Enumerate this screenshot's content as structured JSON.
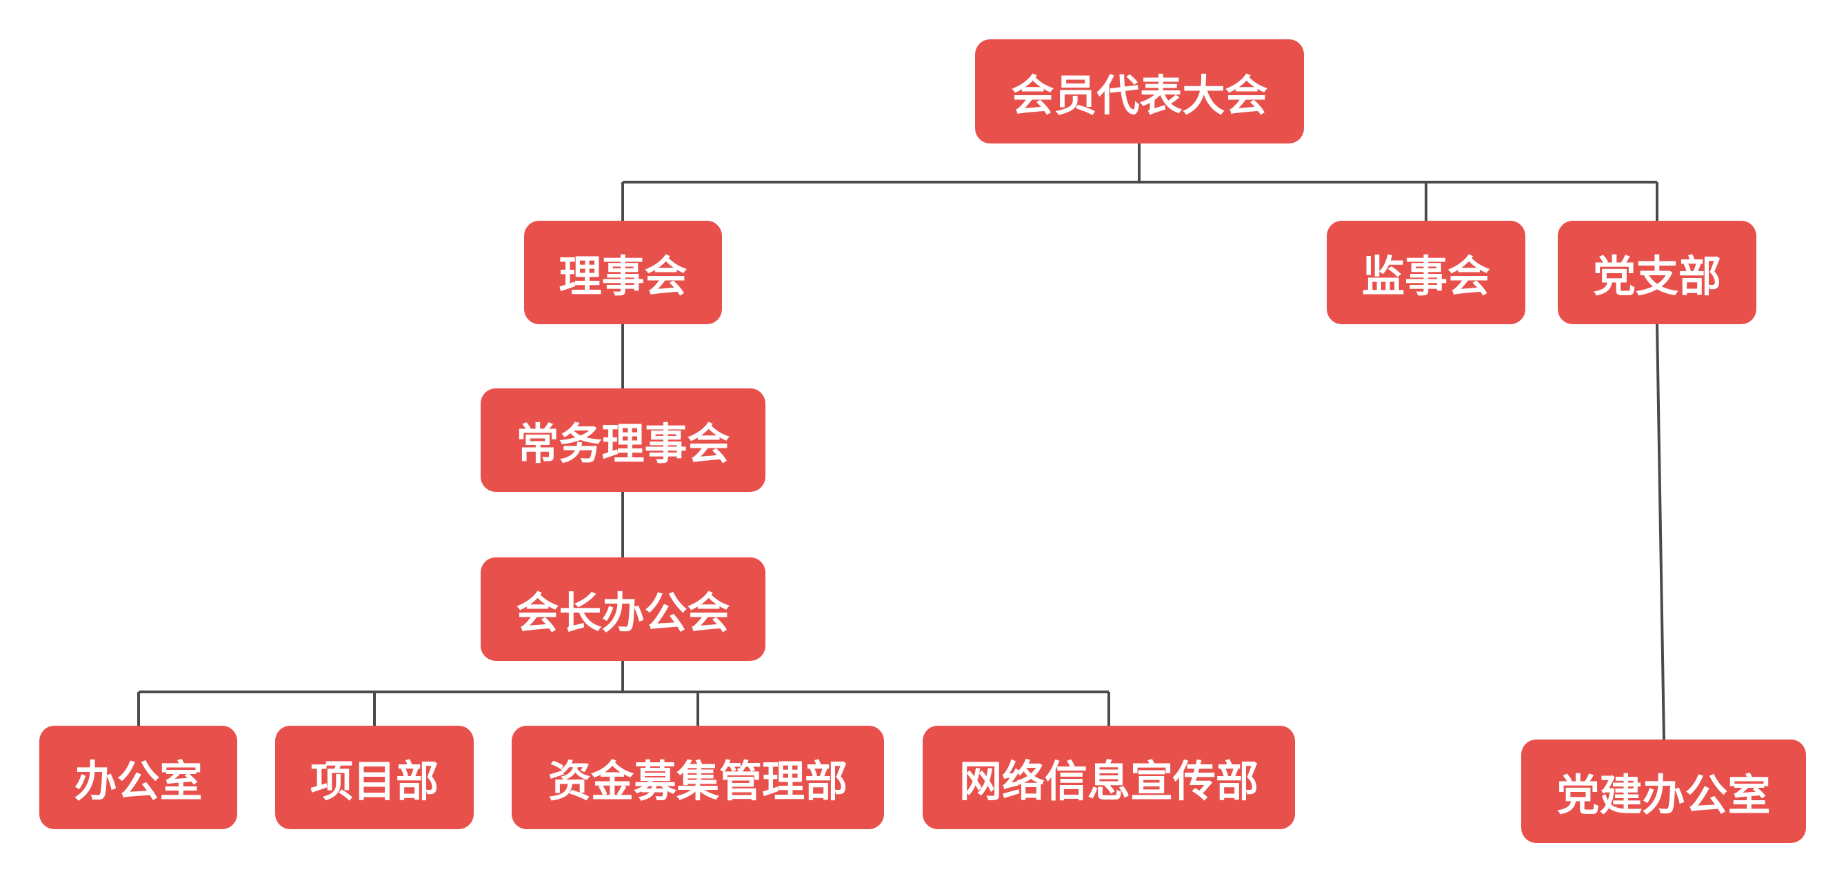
{
  "colors": {
    "node_fill": "#e8504c",
    "node_text": "#ffffff",
    "connector": "#4a4a4a",
    "background": "#ffffff"
  },
  "nodes": {
    "root": "会员代表大会",
    "council": "理事会",
    "supervisory_board": "监事会",
    "party_branch": "党支部",
    "standing_council": "常务理事会",
    "president_office_meeting": "会长办公会",
    "office": "办公室",
    "project_department": "项目部",
    "fundraising_department": "资金募集管理部",
    "network_publicity_department": "网络信息宣传部",
    "party_building_office": "党建办公室"
  }
}
